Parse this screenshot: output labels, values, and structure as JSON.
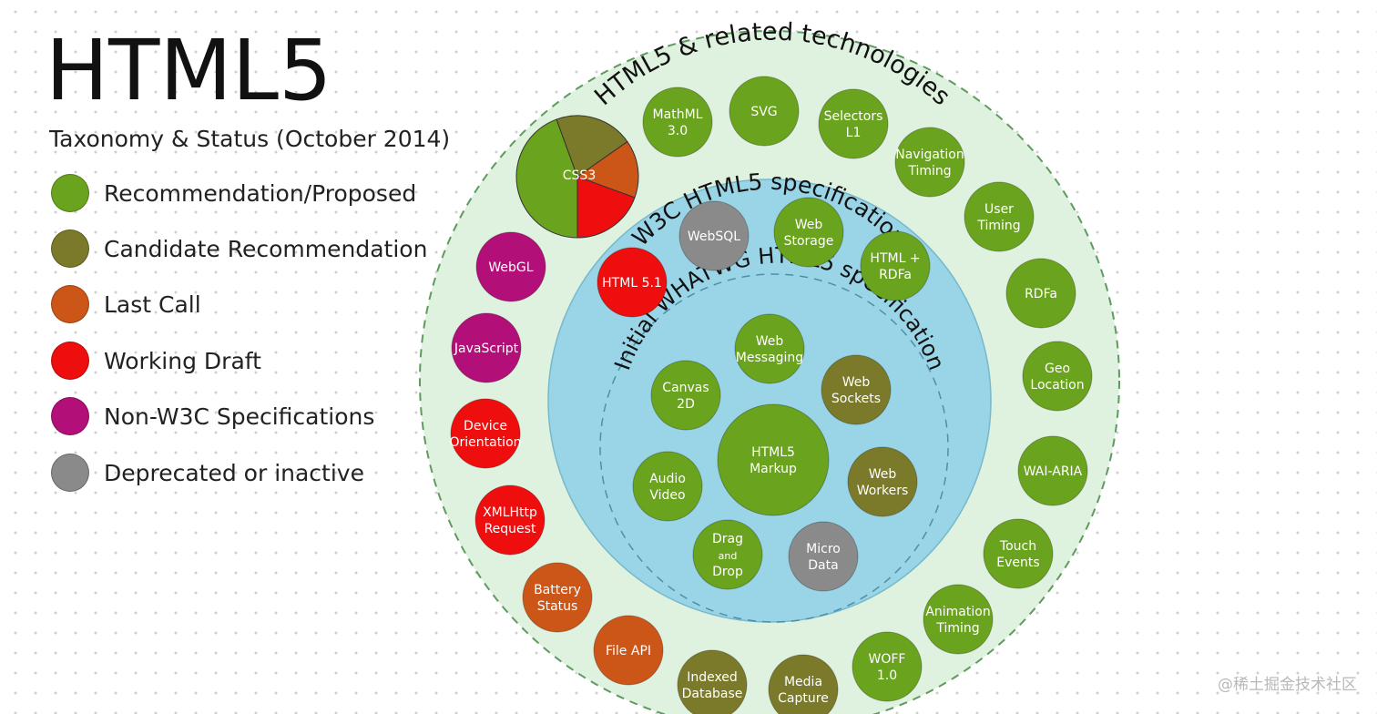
{
  "title": "HTML5",
  "subtitle": "Taxonomy & Status (October 2014)",
  "legend": [
    {
      "label": "Recommendation/Proposed",
      "color": "#6aa31e"
    },
    {
      "label": "Candidate Recommendation",
      "color": "#7a7a2a"
    },
    {
      "label": "Last Call",
      "color": "#cc5518"
    },
    {
      "label": "Working Draft",
      "color": "#ee0e0e"
    },
    {
      "label": "Non-W3C Specifications",
      "color": "#b30f78"
    },
    {
      "label": "Deprecated or inactive",
      "color": "#8a8a8a"
    }
  ],
  "rings": {
    "outer": "HTML5 & related technologies",
    "middle": "W3C HTML5 specification",
    "inner": "Initial WHATWG HTML5 specification"
  },
  "css3": {
    "label": "CSS3",
    "status_slices": [
      "recommendation",
      "candidate",
      "last-call",
      "working-draft"
    ]
  },
  "nodes": [
    {
      "id": "mathml",
      "lines": [
        "MathML",
        "3.0"
      ],
      "status": "recommendation"
    },
    {
      "id": "svg",
      "lines": [
        "SVG"
      ],
      "status": "recommendation"
    },
    {
      "id": "selectors",
      "lines": [
        "Selectors",
        "L1"
      ],
      "status": "recommendation"
    },
    {
      "id": "navigation-timing",
      "lines": [
        "Navigation",
        "Timing"
      ],
      "status": "recommendation"
    },
    {
      "id": "user-timing",
      "lines": [
        "User",
        "Timing"
      ],
      "status": "recommendation"
    },
    {
      "id": "rdfa",
      "lines": [
        "RDFa"
      ],
      "status": "recommendation"
    },
    {
      "id": "geo-location",
      "lines": [
        "Geo",
        "Location"
      ],
      "status": "recommendation"
    },
    {
      "id": "wai-aria",
      "lines": [
        "WAI-ARIA"
      ],
      "status": "recommendation"
    },
    {
      "id": "touch-events",
      "lines": [
        "Touch",
        "Events"
      ],
      "status": "recommendation"
    },
    {
      "id": "animation-timing",
      "lines": [
        "Animation",
        "Timing"
      ],
      "status": "recommendation"
    },
    {
      "id": "woff",
      "lines": [
        "WOFF",
        "1.0"
      ],
      "status": "recommendation"
    },
    {
      "id": "media-capture",
      "lines": [
        "Media",
        "Capture"
      ],
      "status": "candidate"
    },
    {
      "id": "indexed-database",
      "lines": [
        "Indexed",
        "Database"
      ],
      "status": "candidate"
    },
    {
      "id": "file-api",
      "lines": [
        "File API"
      ],
      "status": "last-call"
    },
    {
      "id": "battery-status",
      "lines": [
        "Battery",
        "Status"
      ],
      "status": "last-call"
    },
    {
      "id": "xmlhttp-request",
      "lines": [
        "XMLHttp",
        "Request"
      ],
      "status": "working-draft"
    },
    {
      "id": "device-orientation",
      "lines": [
        "Device",
        "Orientation"
      ],
      "status": "working-draft"
    },
    {
      "id": "javascript",
      "lines": [
        "JavaScript"
      ],
      "status": "non-w3c"
    },
    {
      "id": "webgl",
      "lines": [
        "WebGL"
      ],
      "status": "non-w3c"
    },
    {
      "id": "websql",
      "lines": [
        "WebSQL"
      ],
      "status": "deprecated"
    },
    {
      "id": "web-storage",
      "lines": [
        "Web",
        "Storage"
      ],
      "status": "recommendation"
    },
    {
      "id": "html-rdfa",
      "lines": [
        "HTML +",
        "RDFa"
      ],
      "status": "recommendation"
    },
    {
      "id": "html51",
      "lines": [
        "HTML 5.1"
      ],
      "status": "working-draft"
    },
    {
      "id": "web-messaging",
      "lines": [
        "Web",
        "Messaging"
      ],
      "status": "recommendation"
    },
    {
      "id": "web-sockets",
      "lines": [
        "Web",
        "Sockets"
      ],
      "status": "candidate"
    },
    {
      "id": "canvas-2d",
      "lines": [
        "Canvas",
        "2D"
      ],
      "status": "recommendation"
    },
    {
      "id": "html5-markup",
      "lines": [
        "HTML5",
        "Markup"
      ],
      "status": "recommendation"
    },
    {
      "id": "web-workers",
      "lines": [
        "Web",
        "Workers"
      ],
      "status": "candidate"
    },
    {
      "id": "audio-video",
      "lines": [
        "Audio",
        "Video"
      ],
      "status": "recommendation"
    },
    {
      "id": "drag-and-drop",
      "lines": [
        "Drag",
        "and",
        "Drop"
      ],
      "status": "recommendation"
    },
    {
      "id": "micro-data",
      "lines": [
        "Micro",
        "Data"
      ],
      "status": "deprecated"
    }
  ],
  "status_colors": {
    "recommendation": "#6aa31e",
    "candidate": "#7a7a2a",
    "last-call": "#cc5518",
    "working-draft": "#ee0e0e",
    "non-w3c": "#b30f78",
    "deprecated": "#8a8a8a"
  },
  "watermark": "@稀土掘金技术社区"
}
